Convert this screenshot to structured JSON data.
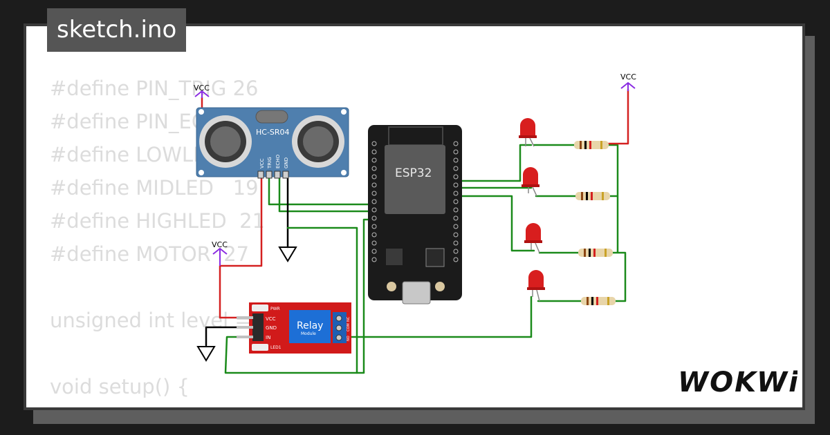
{
  "file_tab": {
    "label": "sketch.ino"
  },
  "code_lines": [
    "#define PIN_TRIG 26",
    "#define PIN_ECHO 25",
    "#define LOWLED  18",
    "#define MIDLED   19",
    "#define HIGHLED  21",
    "#define MOTOR  27",
    "",
    "unsigned int level = 0;",
    "",
    "void setup() {"
  ],
  "labels": {
    "vcc": "VCC",
    "sensor_name": "HC-SR04",
    "sensor_pins": [
      "VCC",
      "TRIG",
      "ECHO",
      "GND"
    ],
    "mcu_name": "ESP32",
    "relay_title": "Relay",
    "relay_subtitle": "Module",
    "relay_pins": [
      "VCC",
      "GND",
      "IN"
    ],
    "relay_pwr": "PWR",
    "relay_led": "LED1",
    "relay_terminals": [
      "NC",
      "COM",
      "NO"
    ]
  },
  "brand": {
    "logo": "WOKWi"
  },
  "colors": {
    "background": "#1c1c1c",
    "wire_green": "#1a8a1a",
    "wire_red": "#d42020",
    "vcc_purple": "#8a2be2",
    "led_red": "#d81e1e",
    "sensor_blue": "#4f7fae",
    "relay_red": "#d11a1a",
    "esp32_black": "#1b1b1b"
  }
}
